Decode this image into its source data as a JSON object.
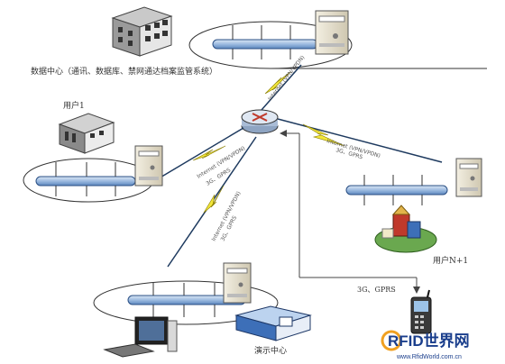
{
  "labels": {
    "datacenter": "数据中心（通讯、数据库、禁网通达档案监管系统）",
    "user1": "用户1",
    "userN": "用户N+1",
    "display_center": "演示中心",
    "mobile": "3G、GPRS"
  },
  "link_labels": {
    "router_dc": "Internet (VPN/VPDN)",
    "router_user1_a": "Internet (VPN/VPDN)",
    "router_user1_b": "3G、GPRS",
    "router_display_a": "Internet (VPN/VPDN)",
    "router_display_b": "3G、GPRS",
    "router_userN_a": "Internet (VPN/VPDN)",
    "router_userN_b": "3G、GPRS"
  },
  "watermark": {
    "brand": "RFID世界网",
    "url": "www.RfidWorld.com.cn"
  },
  "colors": {
    "bus_fill": "#a9c4e4",
    "bus_stroke": "#2a4f84",
    "bolt": "#f2e63a",
    "line_dark": "#1e3a5f",
    "arrow": "#444444",
    "watermark_brand": "#1a3e8c",
    "watermark_r": "#f0a020"
  }
}
